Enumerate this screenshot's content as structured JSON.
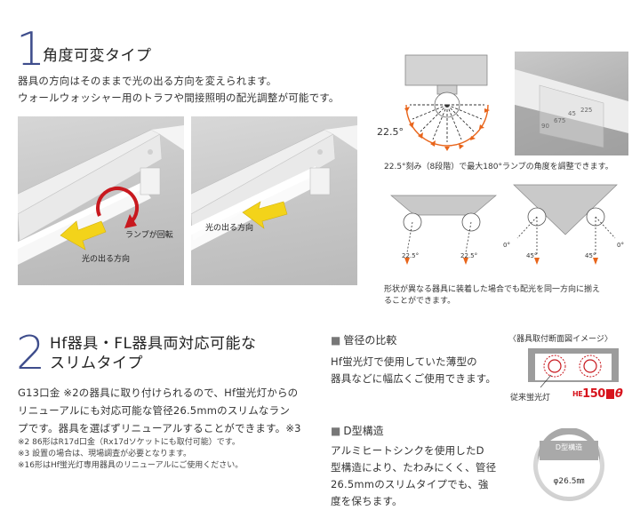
{
  "section1": {
    "number": "1",
    "title": "角度可変タイプ",
    "desc_line1": "器具の方向はそのままで光の出る方向を変えられます。",
    "desc_line2": "ウォールウォッシャー用のトラフや間接照明の配光調整が可能です。",
    "photo1_label_rotate": "ランプが回転",
    "photo1_label_light": "光の出る方向",
    "photo2_label_light": "光の出る方向",
    "angle_label": "22.5°",
    "angle_caption": "22.5°刻み（8段階）で最大180°ランプの角度を調整できます。",
    "diagram_labels": {
      "left_a": "22.5°",
      "left_b": "22.5°",
      "right_a": "0°",
      "right_b": "45°",
      "right_c": "45°",
      "right_d": "0°"
    },
    "diagram_caption_line1": "形状が異なる器具に装着した場合でも配光を同一方向に揃え",
    "diagram_caption_line2": "ることができます。",
    "closeup_marks": [
      "90",
      "675",
      "45",
      "225"
    ]
  },
  "section2": {
    "number": "2",
    "title_line1": "Hf器具・FL器具両対応可能な",
    "title_line2": "スリムタイプ",
    "desc_line1": "G13口金 ※2の器具に取り付けられるので、Hf蛍光灯からの",
    "desc_line2": "リニューアルにも対応可能な管径26.5mmのスリムなラン",
    "desc_line3": "プです。器具を選ばずリニューアルすることができます。※3",
    "note1": "※2 86形はR17d口金（Rx17dソケットにも取付可能）です。",
    "note2": "※3 設置の場合は、現場調査が必要となります。",
    "note3": "※16形はHf蛍光灯専用器具のリニューアルにご使用ください。"
  },
  "compare": {
    "heading": "管径の比較",
    "line1": "Hf蛍光灯で使用していた薄型の",
    "line2": "器具などに幅広くご使用できます。",
    "figure_title": "〈器具取付断面図イメージ〉",
    "figure_label_old": "従来蛍光灯",
    "brand_prefix": "HE",
    "brand_num": "150",
    "brand_mark": "θ"
  },
  "dtype": {
    "heading": "D型構造",
    "line1": "アルミヒートシンクを使用したD",
    "line2": "型構造により、たわみにくく、管径",
    "line3": "26.5mmのスリムタイプでも、強",
    "line4": "度を保ちます。",
    "badge_label": "D型構造",
    "badge_dim": "φ26.5㎜"
  },
  "colors": {
    "accent": "#3e4d8c",
    "arrow_yellow": "#f3d31a",
    "arrow_red": "#c8191f",
    "arrow_orange": "#e8641a",
    "brand_red": "#d7141d"
  }
}
